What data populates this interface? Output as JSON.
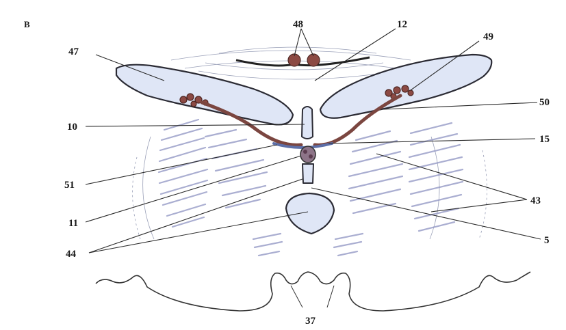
{
  "panel_label": "B",
  "labels": {
    "l48": "48",
    "l12": "12",
    "l49": "49",
    "l47": "47",
    "l50": "50",
    "l10": "10",
    "l15": "15",
    "l51": "51",
    "l43": "43",
    "l11": "11",
    "l44": "44",
    "l5": "5",
    "l37": "37"
  },
  "colors": {
    "ventricle_fill": "#dfe6f6",
    "plexus": "#8c4a44",
    "striation": "#8e93c2",
    "outline": "#2b2b34"
  }
}
